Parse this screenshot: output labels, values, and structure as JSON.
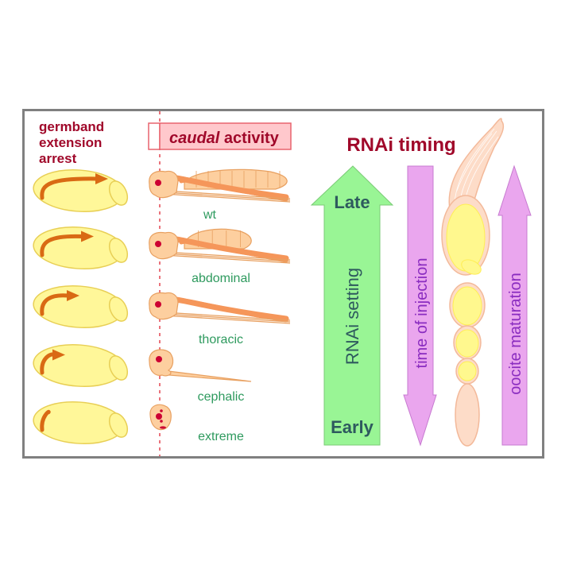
{
  "colors": {
    "frame": "#808080",
    "title_red": "#a0082a",
    "label_green": "#2e9a5e",
    "egg_fill": "#fff799",
    "egg_stroke": "#e8cf55",
    "gbe_arrow": "#d96a14",
    "larva_fill": "#fdcf9f",
    "larva_stroke": "#e8a060",
    "leg_fill": "#f5965a",
    "eye": "#cc0033",
    "caudal_box_fill": "#ffc8cc",
    "caudal_box_stroke": "#e8646e",
    "rnai_arrow_fill": "#99f595",
    "rnai_arrow_stroke": "#7acb76",
    "rnai_text": "#2e5a5e",
    "purple_fill": "#eaa6ee",
    "purple_stroke": "#c77bd0",
    "purple_text": "#8a2cc0",
    "ovary_fill": "#fddcc8",
    "ovary_stroke": "#f3b99a",
    "oocyte_fill": "#fff88e"
  },
  "left_panel": {
    "heading_lines": [
      "germband",
      "extension",
      "arrest"
    ],
    "eggs": [
      {
        "name": "wt",
        "arrest_extent": 1.0
      },
      {
        "name": "abdominal",
        "arrest_extent": 0.75
      },
      {
        "name": "thoracic",
        "arrest_extent": 0.5
      },
      {
        "name": "cephalic",
        "arrest_extent": 0.25
      },
      {
        "name": "extreme",
        "arrest_extent": 0.1
      }
    ]
  },
  "middle_panel": {
    "caudal_box": {
      "italic": "caudal",
      "rest": " activity"
    },
    "phenotypes": [
      "wt",
      "abdominal",
      "thoracic",
      "cephalic",
      "extreme"
    ]
  },
  "right_panel": {
    "title": "RNAi timing",
    "rnai_arrow": {
      "top_label": "Late",
      "bottom_label": "Early",
      "middle_label": "RNAi setting",
      "direction": "up"
    },
    "injection_arrow": {
      "label": "time of injection",
      "direction": "down"
    },
    "maturation_arrow": {
      "label": "oocite maturation",
      "direction": "up"
    },
    "ovariole": {
      "icon": "ovariole-icon"
    }
  }
}
